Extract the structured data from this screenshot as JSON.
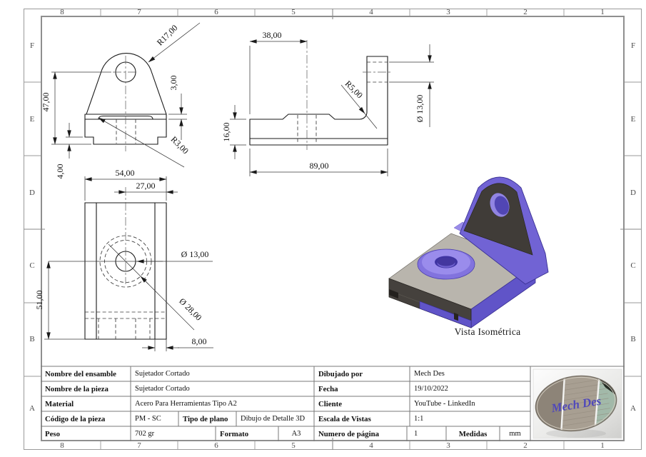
{
  "zones": {
    "columns": [
      "8",
      "7",
      "6",
      "5",
      "4",
      "3",
      "2",
      "1"
    ],
    "rows": [
      "F",
      "E",
      "D",
      "C",
      "B",
      "A"
    ]
  },
  "views": {
    "front": {
      "dims": {
        "r17": "R17,00",
        "h47": "47,00",
        "s3": "3,00",
        "s4": "4,00",
        "r3": "R3,00"
      }
    },
    "side": {
      "dims": {
        "w38": "38,00",
        "h16": "16,00",
        "w89": "89,00",
        "r5": "R5,00",
        "d13": "Ø 13,00"
      }
    },
    "top": {
      "dims": {
        "w54": "54,00",
        "w27": "27,00",
        "h51": "51,00",
        "d13": "Ø 13,00",
        "d28": "Ø 28,00",
        "w8": "8,00"
      }
    },
    "iso": {
      "caption": "Vista Isométrica"
    }
  },
  "title_block": {
    "left": [
      {
        "label": "Nombre del ensamble",
        "value": "Sujetador Cortado"
      },
      {
        "label": "Nombre de la pieza",
        "value": "Sujetador Cortado"
      },
      {
        "label": "Material",
        "value": "Acero Para Herramientas Tipo A2"
      },
      {
        "label": "Código de la pieza",
        "value": "PM - SC",
        "label2": "Tipo de plano",
        "value2": "Dibujo de Detalle 3D"
      },
      {
        "label": "Peso",
        "value": "702 gr",
        "label2": "Formato",
        "value2": "A3"
      }
    ],
    "right": [
      {
        "label": "Dibujado por",
        "value": "Mech Des"
      },
      {
        "label": "Fecha",
        "value": "19/10/2022"
      },
      {
        "label": "Cliente",
        "value": "YouTube - LinkedIn"
      },
      {
        "label": "Escala de Vistas",
        "value": "1:1"
      },
      {
        "label": "Numero de página",
        "value": "1",
        "label2": "Medidas",
        "value2": "mm"
      }
    ],
    "logo_text": "Mech Des"
  },
  "colors": {
    "part_purple": "#6f63d2",
    "part_purple_light": "#9488e6",
    "part_purple_dark": "#4a3eae",
    "part_gray_top": "#b9b5ad",
    "part_dark_face": "#413d39",
    "logo_script": "#4f48bb"
  }
}
